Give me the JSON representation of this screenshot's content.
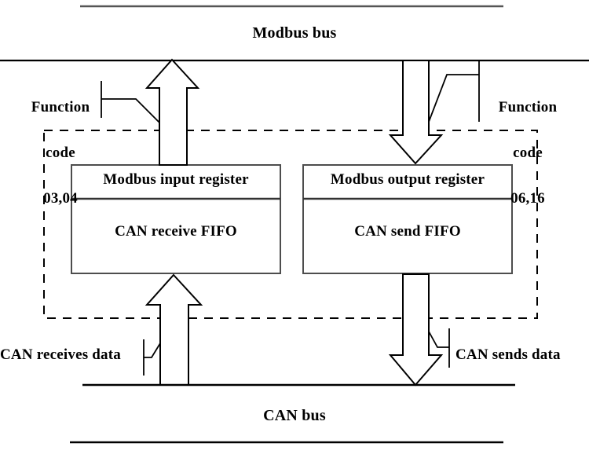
{
  "diagram": {
    "title": "Modbus to CAN gateway register mapping diagram",
    "buses": {
      "top": {
        "name": "Modbus bus",
        "label": "Modbus bus"
      },
      "bottom": {
        "name": "CAN bus",
        "label": "CAN bus"
      }
    },
    "annotations": {
      "function_code_left": "Function\ncode\n03,04",
      "function_code_left_line1": "Function",
      "function_code_left_line2": "code",
      "function_code_left_line3": "03,04",
      "function_code_right": "Function\ncode\n06,16",
      "function_code_right_line1": "Function",
      "function_code_right_line2": "code",
      "function_code_right_line3": "06,16",
      "can_receives": "CAN receives data",
      "can_sends": "CAN sends data"
    },
    "blocks": [
      {
        "id": "left",
        "header": "Modbus input register",
        "body": "CAN receive FIFO"
      },
      {
        "id": "right",
        "header": "Modbus output register",
        "body": "CAN send FIFO"
      }
    ],
    "arrows": [
      {
        "id": "modbus-read-up",
        "direction": "up",
        "from": "Modbus input register",
        "to": "Modbus bus"
      },
      {
        "id": "modbus-write-down",
        "direction": "down",
        "from": "Modbus bus",
        "to": "Modbus output register"
      },
      {
        "id": "can-receive-up",
        "direction": "up",
        "from": "CAN bus",
        "to": "CAN receive FIFO"
      },
      {
        "id": "can-send-down",
        "direction": "down",
        "from": "CAN send FIFO",
        "to": "CAN bus"
      }
    ],
    "enclosure": {
      "name": "gateway-boundary",
      "style": "dashed"
    },
    "colors": {
      "stroke": "#000000",
      "box_stroke": "#4d4d4d",
      "background": "#ffffff",
      "text": "#000000"
    }
  }
}
